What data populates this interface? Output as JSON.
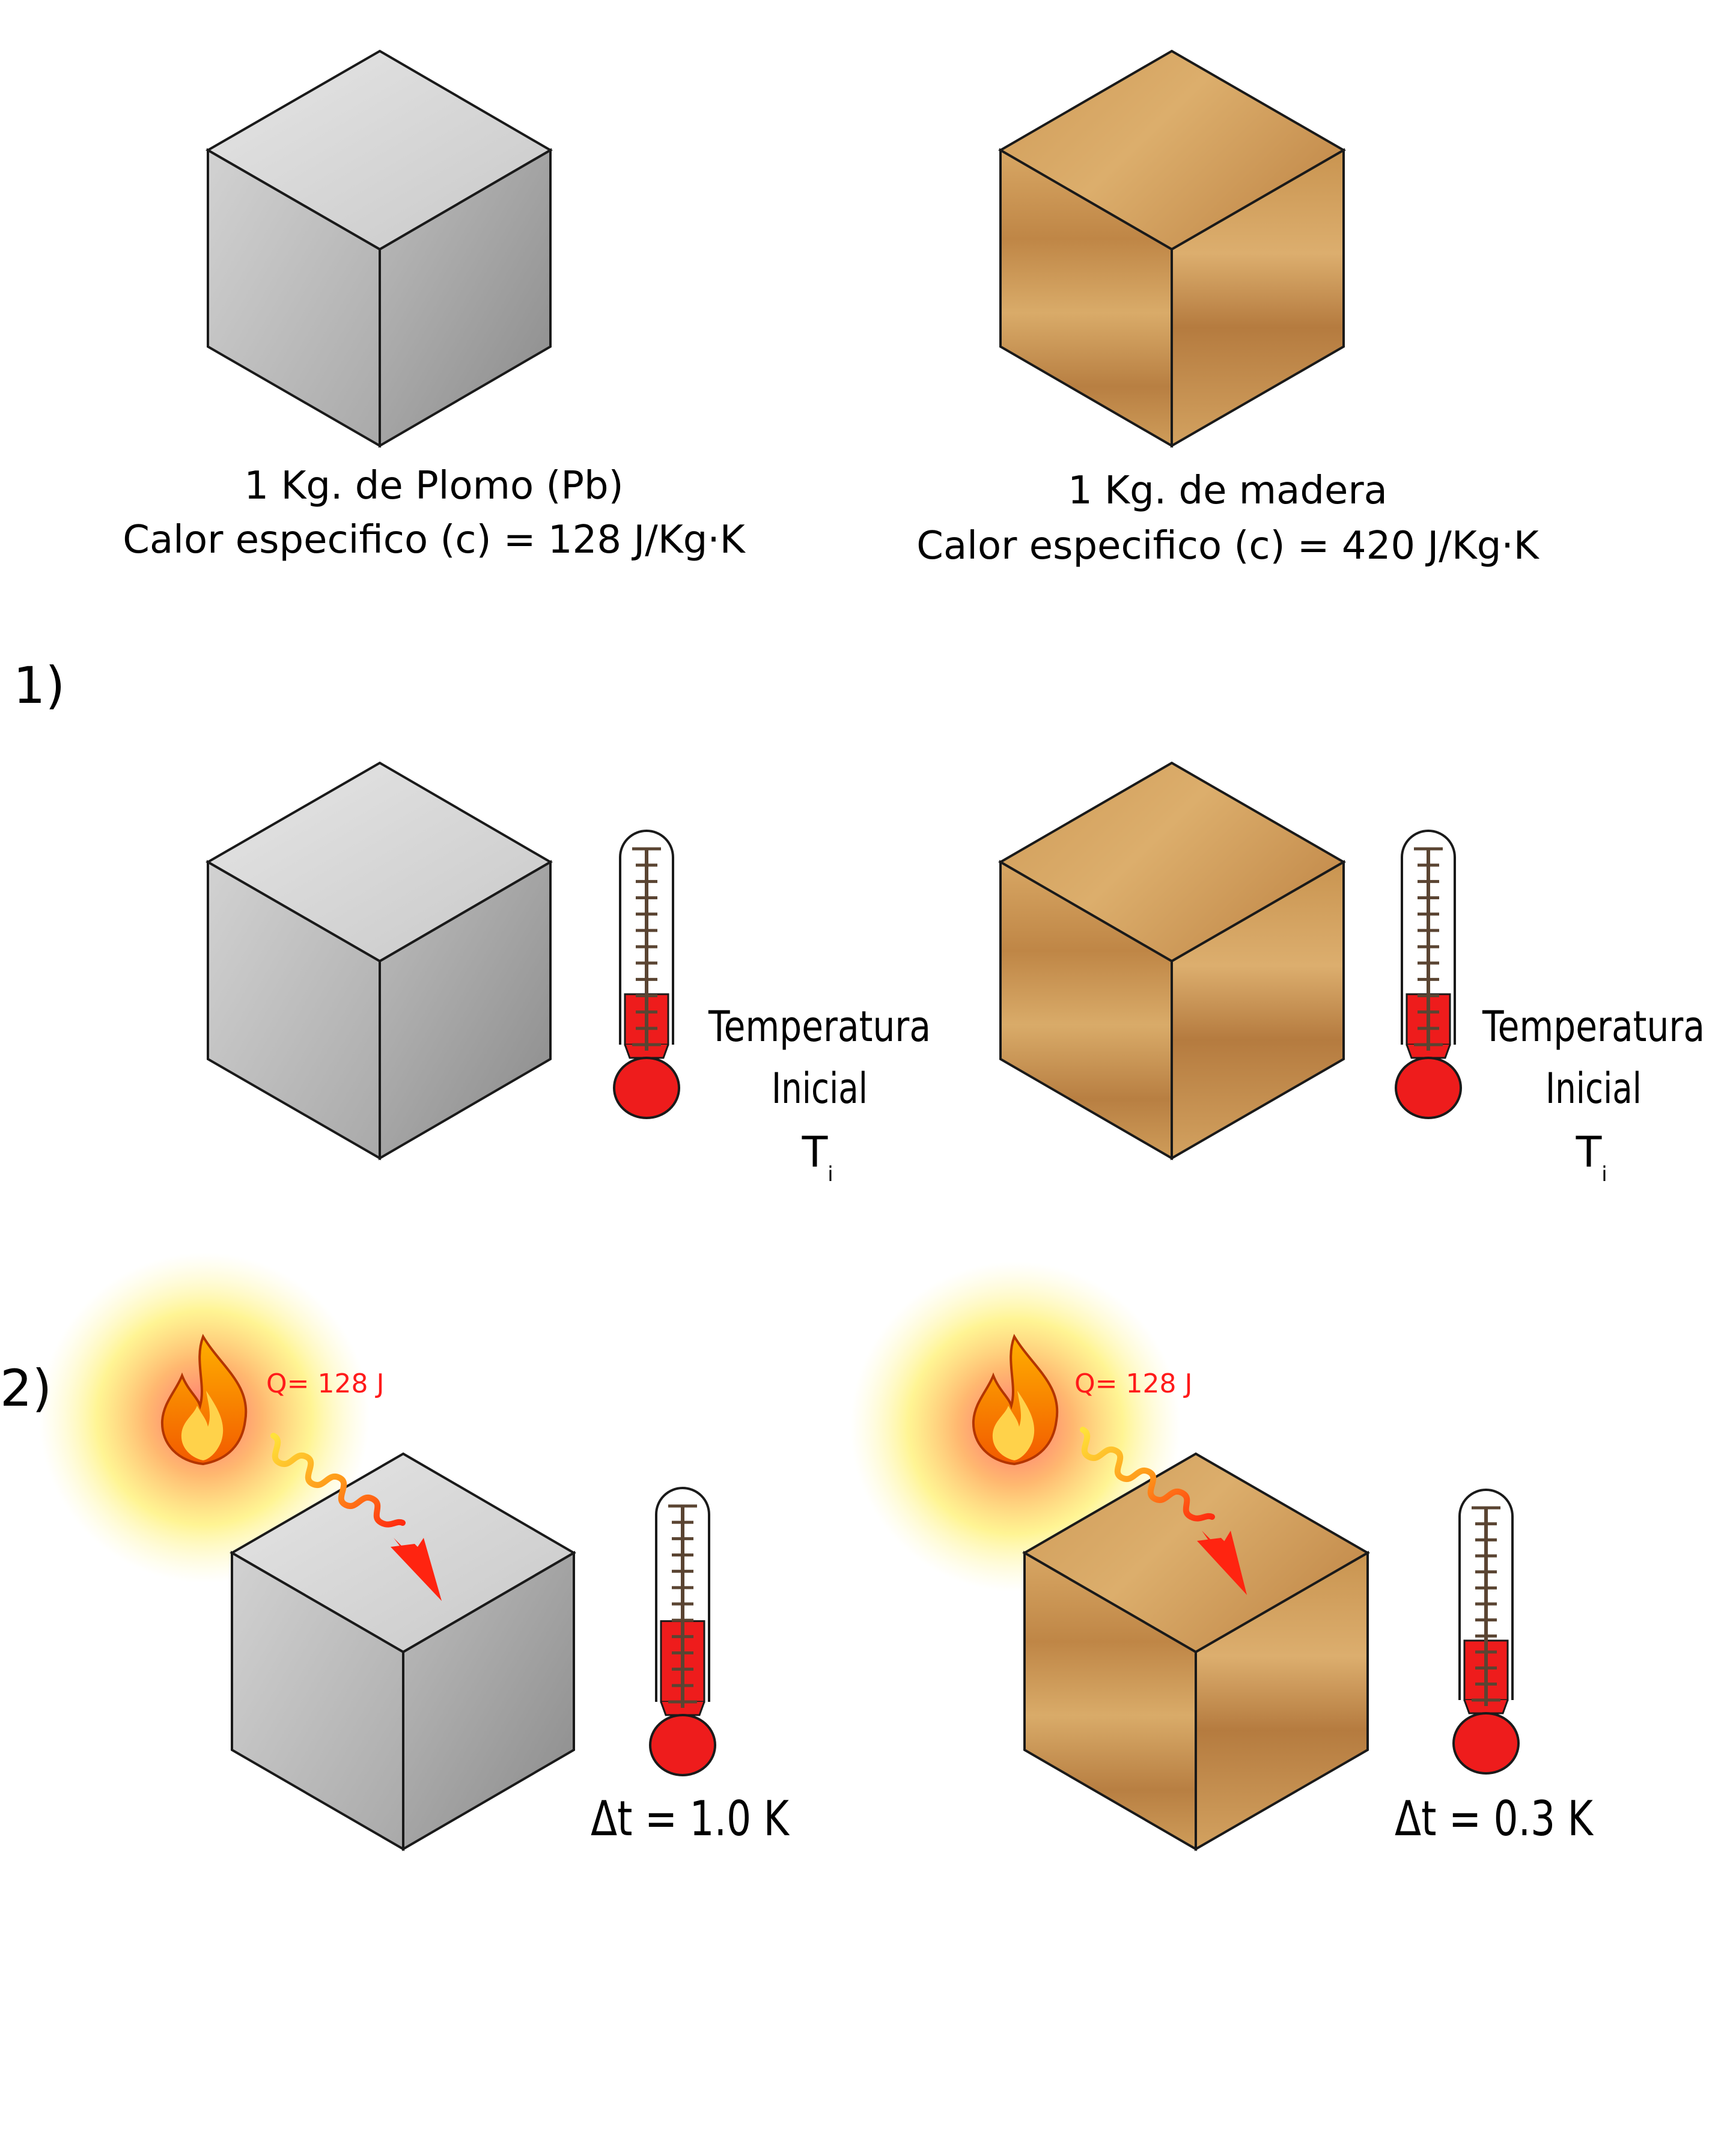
{
  "colors": {
    "lead_top": "#d9d9d9",
    "lead_left": "#c2c2c2",
    "lead_right": "#a8a8a8",
    "wood_light": "#d6a662",
    "wood_mid": "#c28a4a",
    "wood_dark": "#a8713a",
    "mercury": "#ee1c1c",
    "tick": "#5a4432",
    "heat_label": "#ff1a1a"
  },
  "materials": {
    "lead": {
      "title": "1 Kg. de Plomo (Pb)",
      "specific_heat": "Calor especifico (c) = 128 J/Kg·K"
    },
    "wood": {
      "title": "1 Kg. de madera",
      "specific_heat": "Calor especifico (c) = 420 J/Kg·K"
    }
  },
  "step1": {
    "marker": "1)",
    "label_line1": "Temperatura",
    "label_line2": "Inicial",
    "symbol": "T",
    "subscript": "i",
    "lead_fill_fraction": 0.25,
    "wood_fill_fraction": 0.25
  },
  "step2": {
    "marker": "2)",
    "lead": {
      "heat": "Q= 128 J",
      "delta": "Δt = 1.0 K",
      "fill_fraction": 0.4
    },
    "wood": {
      "heat": "Q= 128 J",
      "delta": "Δt = 0.3 K",
      "fill_fraction": 0.3
    }
  },
  "icons": [
    "flame-icon",
    "wavy-arrow-icon",
    "thermometer-icon"
  ]
}
